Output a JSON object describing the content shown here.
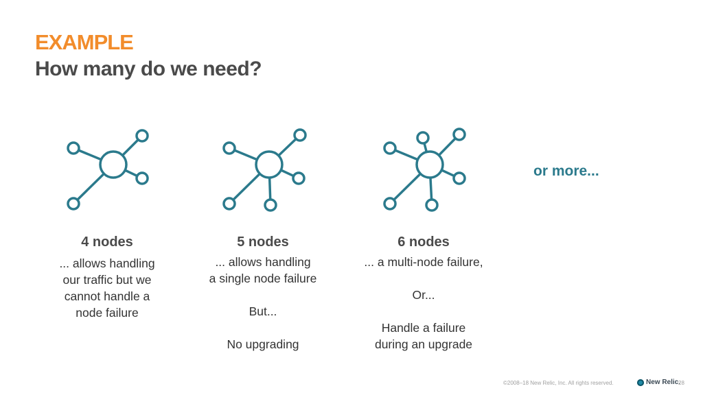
{
  "header": {
    "eyebrow": "EXAMPLE",
    "title": "How many do we need?"
  },
  "colors": {
    "accent_orange": "#f28c2b",
    "node_teal": "#2b7a8c",
    "heading_gray": "#4a4a4a"
  },
  "options": [
    {
      "nodes": 4,
      "heading": "4 nodes",
      "description": "... allows handling\nour traffic but we\ncannot handle a\nnode failure"
    },
    {
      "nodes": 5,
      "heading": "5 nodes",
      "description": "... allows handling\na single node failure\n\nBut...\n\nNo upgrading"
    },
    {
      "nodes": 6,
      "heading": "6 nodes",
      "description": "... a multi-node failure,\n\nOr...\n\nHandle a failure\nduring an upgrade"
    }
  ],
  "more_label": "or more...",
  "footer": {
    "copyright": "©2008–18 New Relic, Inc. All rights reserved.",
    "logo_text": "New Relic.",
    "page_number": "28"
  }
}
